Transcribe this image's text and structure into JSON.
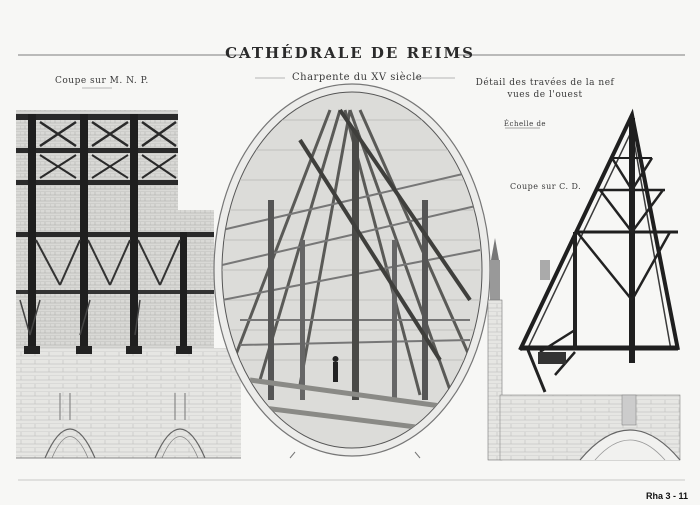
{
  "plate": {
    "title": "CATHÉDRALE DE REIMS",
    "left_label": "Coupe sur M. N. P.",
    "center_label": "Charpente du XV siècle",
    "right_label_line1": "Détail des travées de la nef",
    "right_label_line2": "vues de l'ouest",
    "scale_label": "Échelle de",
    "section_label": "Coupe sur C. D.",
    "plate_id": "Rha 3 - 11"
  }
}
